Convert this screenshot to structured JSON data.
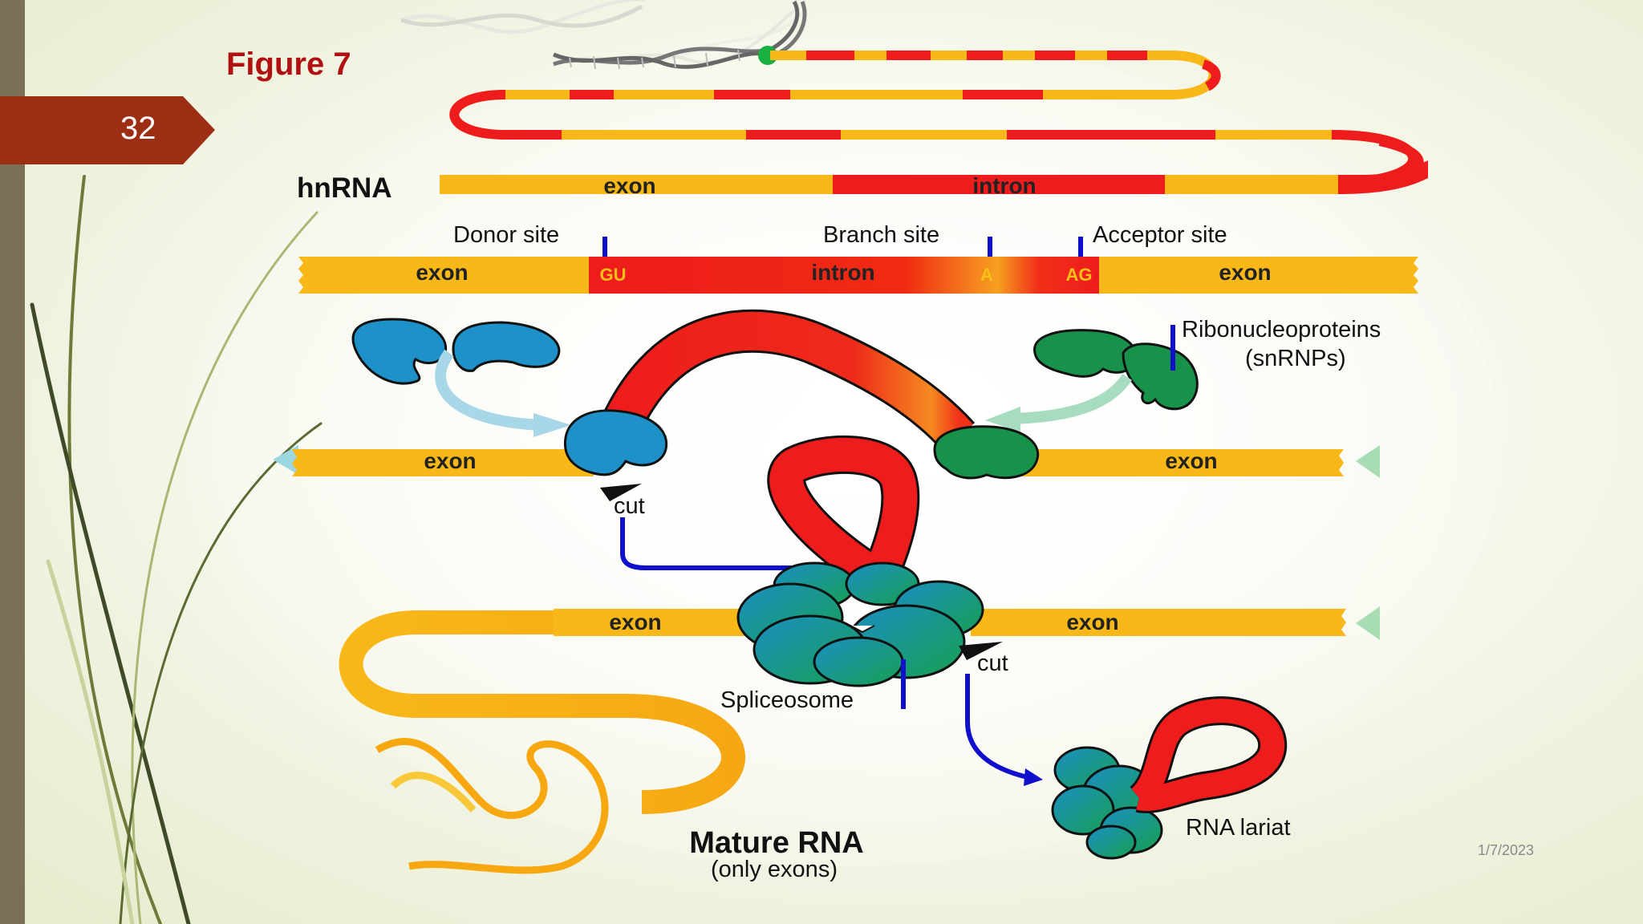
{
  "slide": {
    "number": "32",
    "date": "1/7/2023",
    "figure_title": "Figure 7"
  },
  "diagram": {
    "hnrna": {
      "label": "hnRNA",
      "exon": "exon",
      "intron": "intron"
    },
    "sites": {
      "donor": "Donor site",
      "branch": "Branch site",
      "acceptor": "Acceptor site"
    },
    "strand1": {
      "exon_left": "exon",
      "intron": "intron",
      "gu": "GU",
      "a": "A",
      "ag": "AG",
      "exon_right": "exon"
    },
    "snrnps": {
      "line1": "Ribonucleoproteins",
      "line2": "(snRNPs)"
    },
    "strand2": {
      "exon_left": "exon",
      "exon_right": "exon",
      "cut": "cut"
    },
    "strand3": {
      "exon_left": "exon",
      "exon_right": "exon",
      "cut": "cut",
      "spliceosome": "Spliceosome"
    },
    "mature": {
      "title": "Mature RNA",
      "subtitle": "(only exons)"
    },
    "lariat": "RNA lariat"
  },
  "colors": {
    "exon": "#f8b818",
    "intron": "#ee1c1c",
    "snrnp_blue": "#1e92c8",
    "snrnp_green": "#18924a",
    "arrow_blue": "#1010cc",
    "badge": "#9c2e14"
  }
}
